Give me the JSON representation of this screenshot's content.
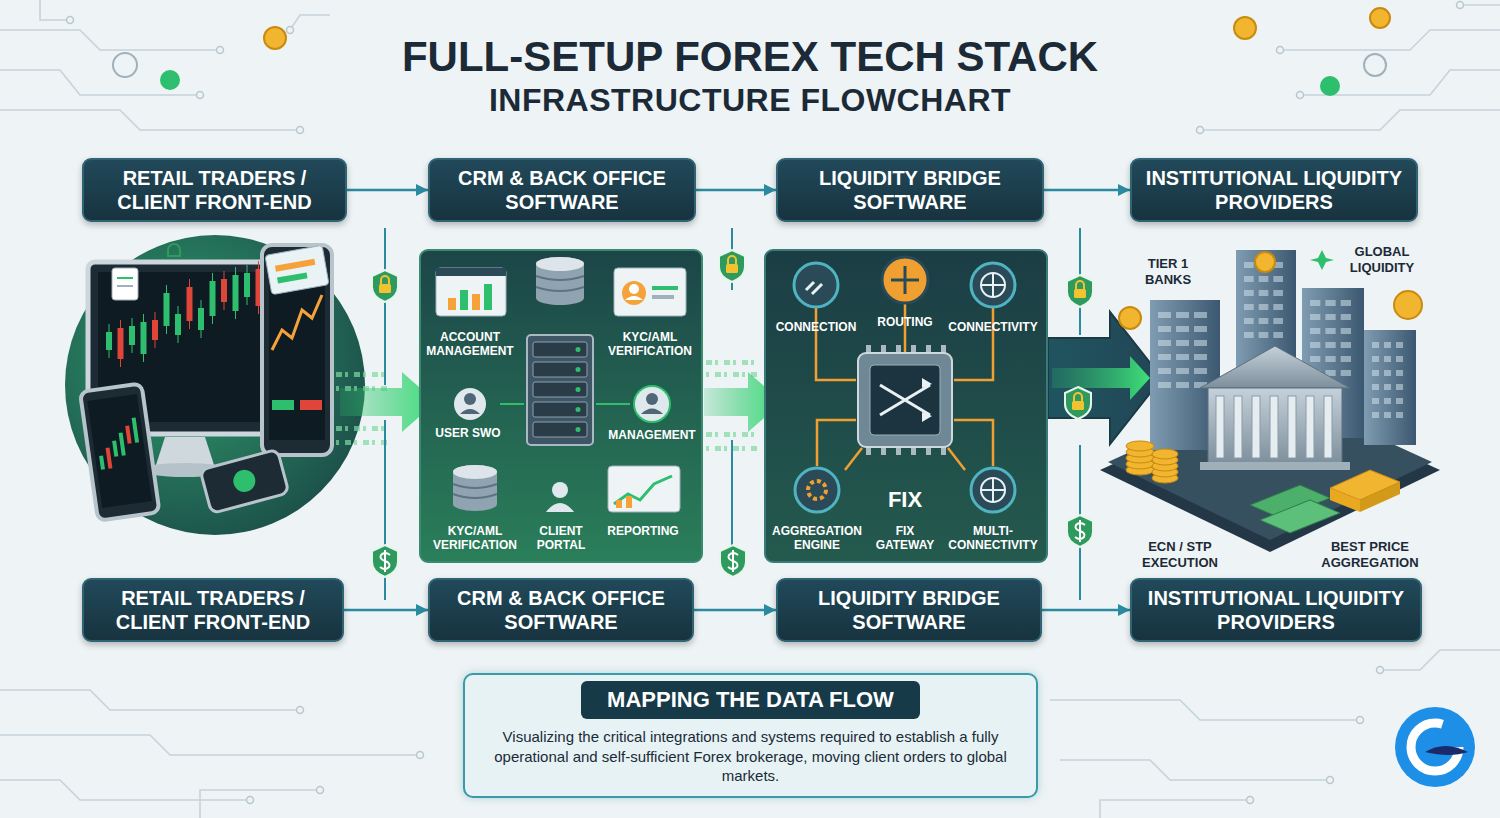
{
  "diagram": {
    "title": "FULL-SETUP FOREX TECH STACK",
    "nodes": [
      {
        "text": [
          "RETAIL TRADERS / CLIENT FRONT-END"
        ]
      },
      {
        "text": [
          "CRM & BACK OFFICE SOFTWARE"
        ]
      },
      {
        "text": [
          "LIQUIDITY BRIDGE SOFTWARE"
        ]
      },
      {
        "text": [
          "INSTITUTIONAL LIQUIDITY PROVIDERS"
        ]
      },
      {
        "text": [
          "RETAIL TRADERS / CLIENT FRONT-END"
        ]
      },
      {
        "text": [
          "CRM & BACK OFFICE SOFTWARE"
        ]
      },
      {
        "text": [
          "LIQUIDITY BRIDGE SOFTWARE"
        ]
      },
      {
        "text": [
          "INSTITUTIONAL LIQUIDITY PROVIDERS"
        ]
      },
      {
        "text": [
          "MAPPING THE DATA FLOW",
          "Visualizing the critical integrations and systems required to establish a fully operational and self-sufficient Forex brokerage, moving client orders to global markets."
        ]
      }
    ],
    "edges": [
      {
        "from": 0,
        "to": 1,
        "arrow": "to"
      },
      {
        "from": 1,
        "to": 2,
        "arrow": "to"
      },
      {
        "from": 2,
        "to": 3,
        "arrow": "to"
      },
      {
        "from": 4,
        "to": 5,
        "arrow": "to"
      },
      {
        "from": 5,
        "to": 6,
        "arrow": "to"
      },
      {
        "from": 6,
        "to": 7,
        "arrow": "to"
      }
    ],
    "labels": [
      "INFRASTRUCTURE FLOWCHART",
      "ACCOUNT MANAGEMENT",
      "KYC/AML VERIFICATION",
      "USER SWO",
      "MANAGEMENT",
      "KYC/AML VERIFICATION",
      "CLIENT PORTAL",
      "REPORTING",
      "CONNECTION",
      "ROUTING",
      "CONNECTIVITY",
      "AGGREGATION ENGINE",
      "FIX",
      "FIX GATEWAY",
      "MULTI- CONNECTIVITY",
      "TIER 1 BANKS",
      "GLOBAL LIQUIDITY",
      "ECN / STP EXECUTION",
      "BEST PRICE AGGREGATION"
    ]
  }
}
